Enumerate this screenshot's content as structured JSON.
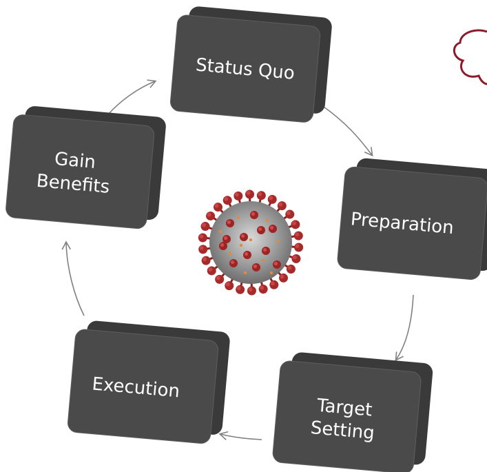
{
  "diagram": {
    "stages": [
      {
        "id": "status-quo",
        "lines": [
          "Status Quo"
        ]
      },
      {
        "id": "preparation",
        "lines": [
          "Preparation"
        ]
      },
      {
        "id": "target-setting",
        "lines": [
          "Target",
          "Setting"
        ]
      },
      {
        "id": "execution",
        "lines": [
          "Execution"
        ]
      },
      {
        "id": "gain-benefits",
        "lines": [
          "Gain",
          "Benefits"
        ]
      }
    ],
    "center_image": "coronavirus-illustration",
    "colors": {
      "box_face": "#4a4a4a",
      "box_side": "#3a3a3a",
      "text": "#ffffff",
      "arrow": "#808080",
      "accent_outline": "#8b1a2b"
    }
  }
}
